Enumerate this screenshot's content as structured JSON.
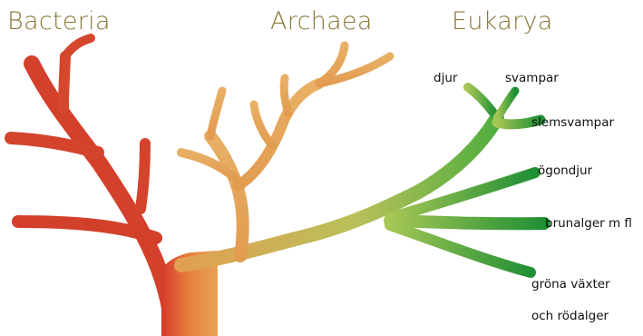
{
  "domains": {
    "bacteria": "Bacteria",
    "archaea": "Archaea",
    "eukarya": "Eukarya"
  },
  "eukarya_labels": {
    "djur": "djur",
    "svampar": "svampar",
    "slemsvampar": "slemsvampar",
    "ogondjur": "ögondjur",
    "brunalger": "brunalger m fl",
    "grona_vaxter": "gröna växter",
    "rodalger": "och rödalger"
  },
  "colors": {
    "title": "#8a7636",
    "bacteria": "#cf3a29",
    "archaea": "#e0a152",
    "eukarya": "#2c9a3a",
    "trunk_mid": "#e69a55"
  }
}
